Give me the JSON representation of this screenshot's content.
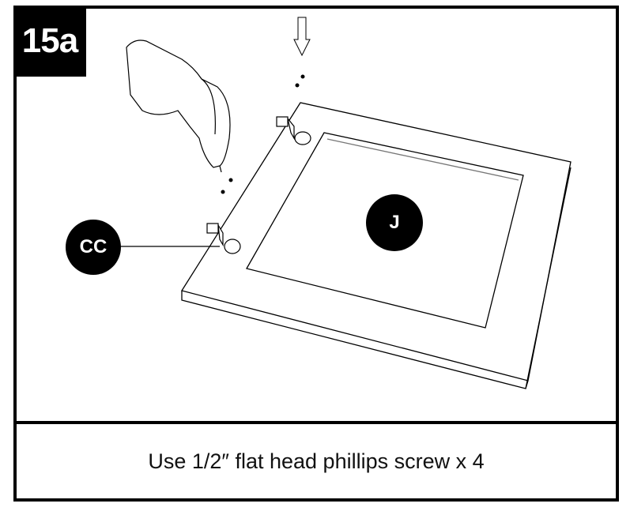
{
  "step": {
    "label": "15a"
  },
  "callouts": {
    "hinge": "CC",
    "door": "J"
  },
  "caption": "Use 1/2″ flat head phillips screw x 4"
}
